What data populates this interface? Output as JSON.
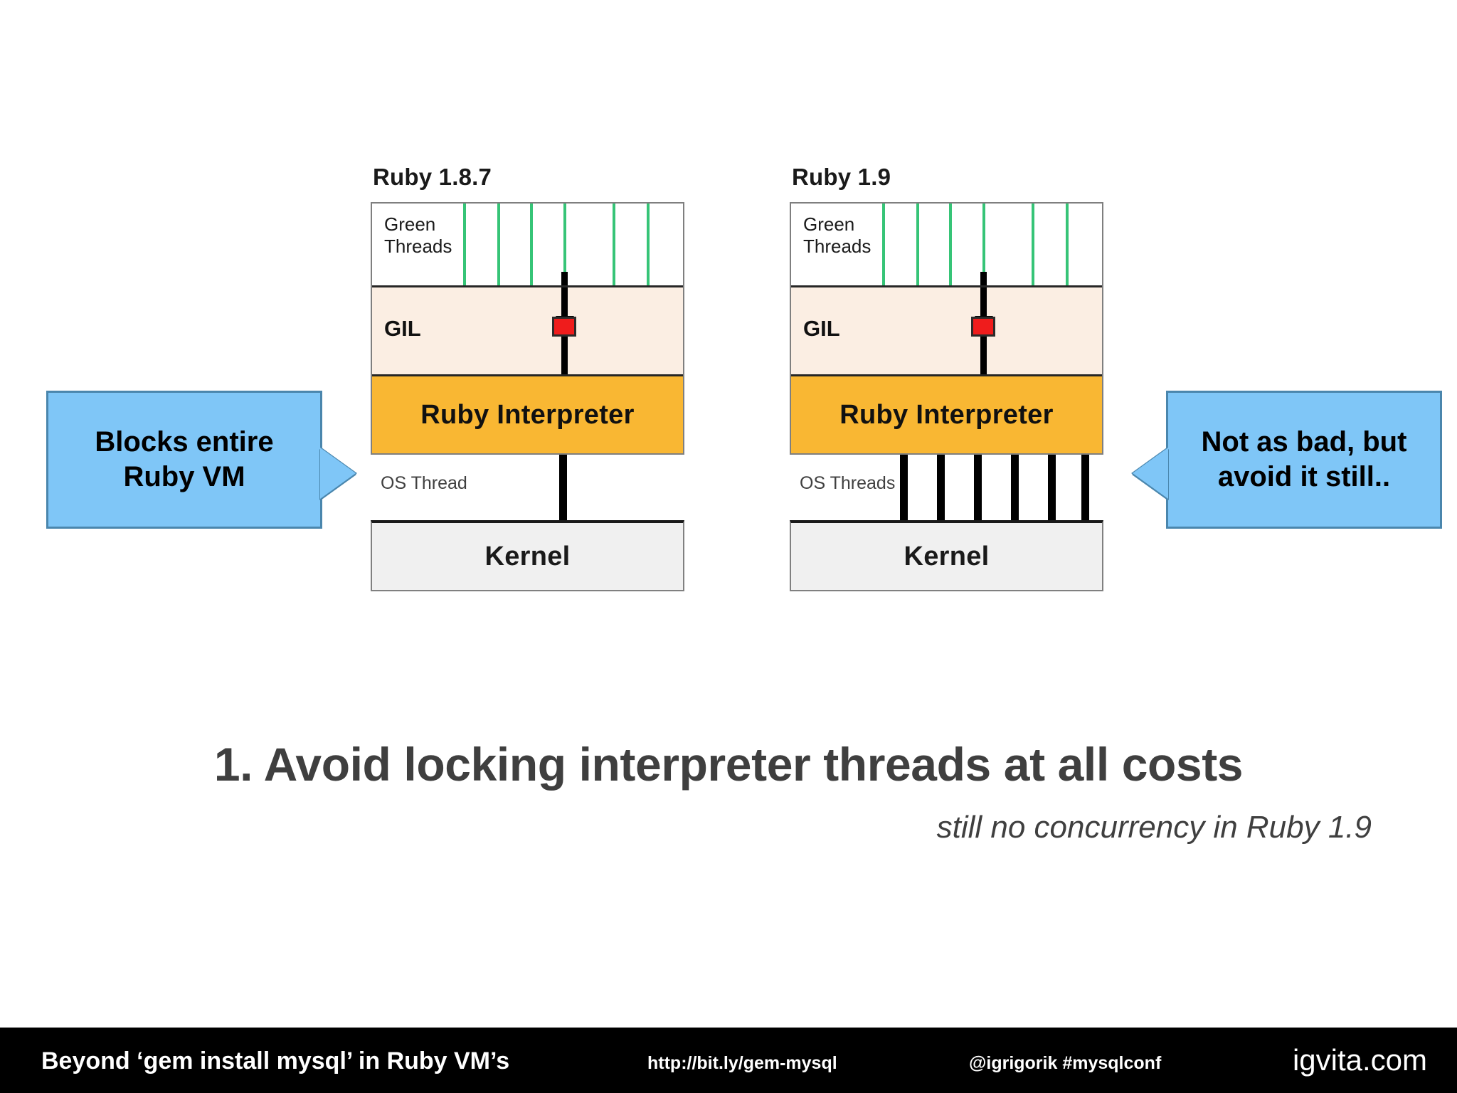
{
  "slide": {
    "headline": "1. Avoid locking interpreter threads at all costs",
    "subhead": "still no concurrency in Ruby 1.9"
  },
  "colors": {
    "green_thread": "#36c477",
    "gil_band": "#fbeee3",
    "interpreter_band": "#f9b733",
    "kernel_band": "#f0f0f0",
    "callout_fill": "#7fc6f7",
    "callout_border": "#4a86ad",
    "lock_red": "#ef1c1c",
    "footer_bg": "#000000",
    "headline_color": "#3f3f3f"
  },
  "diagrams": [
    {
      "id": "left",
      "title": "Ruby 1.8.7",
      "green_threads_label": "Green\nThreads",
      "green_threads_label_line1": "Green",
      "green_threads_label_line2": "Threads",
      "green_thread_count": 6,
      "green_thread_x": [
        128,
        176,
        222,
        269,
        338,
        386
      ],
      "locked_thread_index": 3,
      "gil_label": "GIL",
      "interpreter_label": "Ruby Interpreter",
      "os_label": "OS Thread",
      "os_thread_count": 1,
      "os_thread_x": [
        265
      ],
      "kernel_label": "Kernel",
      "lock_icon": "padlock-icon"
    },
    {
      "id": "right",
      "title": "Ruby 1.9",
      "green_threads_label_line1": "Green",
      "green_threads_label_line2": "Threads",
      "green_thread_count": 6,
      "green_thread_x": [
        128,
        176,
        222,
        269,
        338,
        386
      ],
      "locked_thread_index": 3,
      "gil_label": "GIL",
      "interpreter_label": "Ruby Interpreter",
      "os_label": "OS Threads",
      "os_thread_count": 6,
      "os_thread_x": [
        155,
        207,
        259,
        311,
        363,
        410
      ],
      "kernel_label": "Kernel",
      "lock_icon": "padlock-icon"
    }
  ],
  "callouts": {
    "left": {
      "line1": "Blocks entire",
      "line2": "Ruby VM",
      "direction": "points-right"
    },
    "right": {
      "line1": "Not as bad, but",
      "line2": "avoid it still..",
      "direction": "points-left"
    }
  },
  "footer": {
    "title": "Beyond ‘gem install mysql’ in Ruby VM’s",
    "url": "http://bit.ly/gem-mysql",
    "handle": "@igrigorik #mysqlconf",
    "brand": "igvita.com"
  }
}
